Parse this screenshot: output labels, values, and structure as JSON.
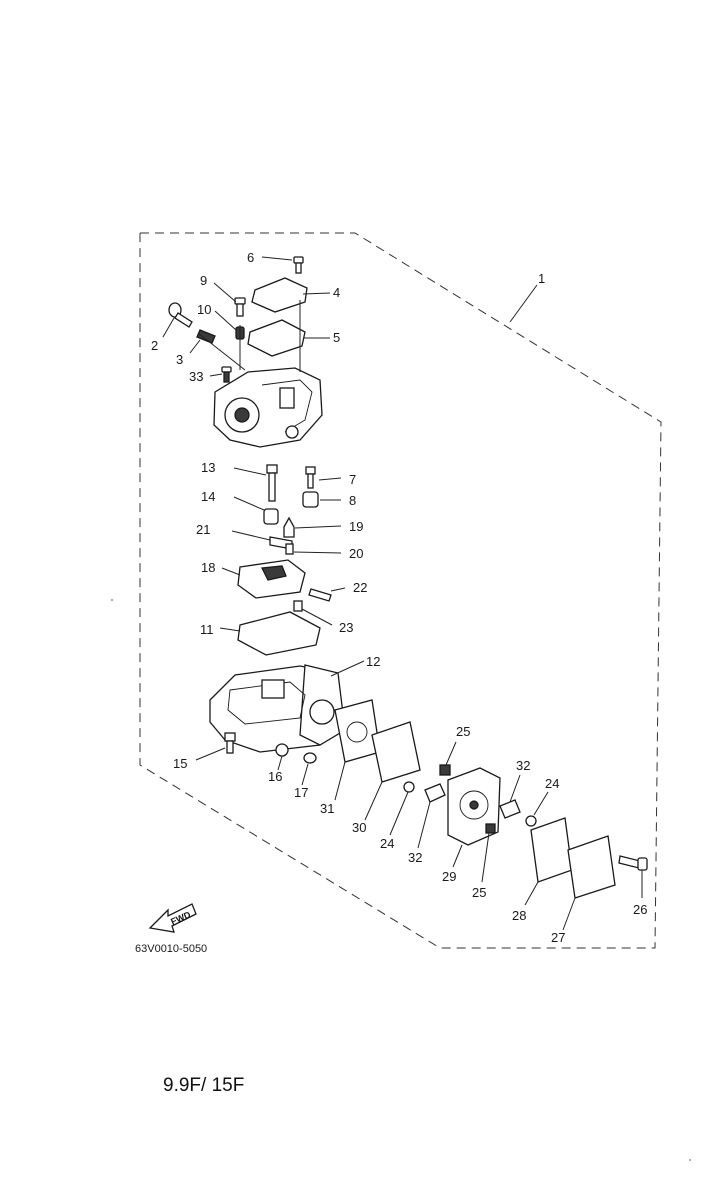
{
  "diagram_code": "63V0010-5050",
  "model": "9.9F/ 15F",
  "fwd_label": "FWD",
  "callouts": {
    "c1": "1",
    "c2": "2",
    "c3": "3",
    "c4": "4",
    "c5": "5",
    "c6": "6",
    "c7": "7",
    "c8": "8",
    "c9": "9",
    "c10": "10",
    "c11": "11",
    "c12": "12",
    "c13": "13",
    "c14": "14",
    "c15": "15",
    "c16": "16",
    "c17": "17",
    "c18": "18",
    "c19": "19",
    "c20": "20",
    "c21": "21",
    "c22": "22",
    "c23": "23",
    "c24a": "24",
    "c24b": "24",
    "c25a": "25",
    "c25b": "25",
    "c26": "26",
    "c27": "27",
    "c28": "28",
    "c29": "29",
    "c30": "30",
    "c31": "31",
    "c32a": "32",
    "c32b": "32",
    "c33": "33"
  }
}
